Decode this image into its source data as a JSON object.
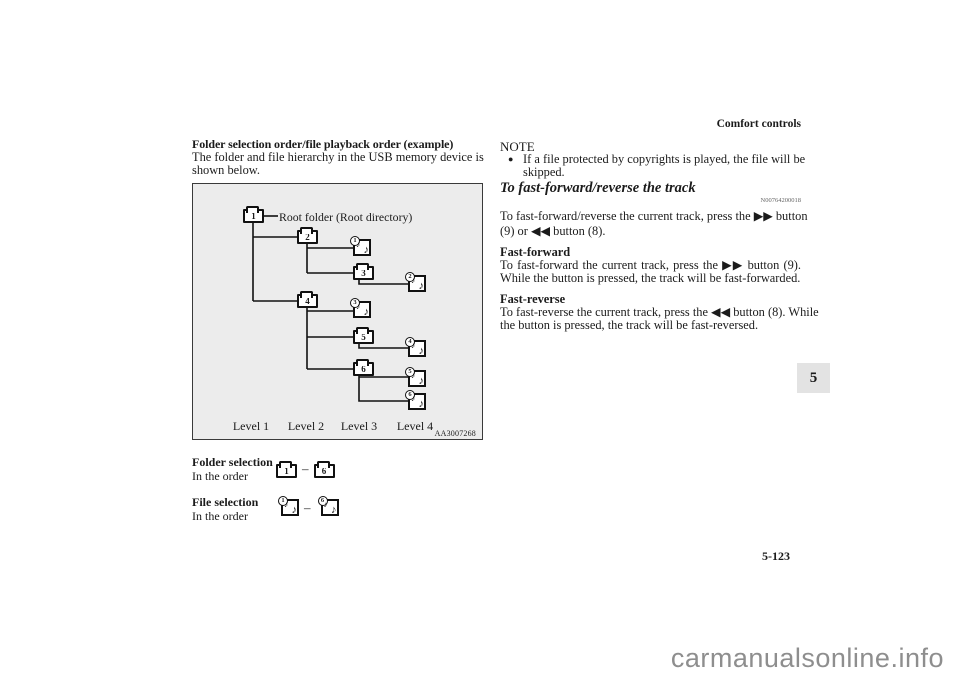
{
  "header": {
    "section_title": "Comfort controls"
  },
  "left": {
    "heading": "Folder selection order/file playback order (example)",
    "intro_lines": [
      "The folder and file hierarchy in the USB memory device is",
      "shown below."
    ],
    "diagram": {
      "root_label": "Root folder (Root directory)",
      "folders": [
        "1",
        "2",
        "3",
        "4",
        "5",
        "6"
      ],
      "files": [
        "1",
        "2",
        "3",
        "4",
        "5",
        "6"
      ],
      "levels": [
        "Level 1",
        "Level 2",
        "Level 3",
        "Level 4"
      ],
      "figure_code": "AA3007268"
    },
    "folder_selection": {
      "title": "Folder selection",
      "subtitle": "In the order",
      "first": "1",
      "dash": "–",
      "last": "6"
    },
    "file_selection": {
      "title": "File selection",
      "subtitle": "In the order",
      "first": "1",
      "dash": "–",
      "last": "6"
    }
  },
  "right": {
    "note_label": "NOTE",
    "note_bullet": "●",
    "note_lines": [
      "If a file protected by copyrights is played, the file will be",
      "skipped."
    ],
    "section_heading": "To fast-forward/reverse the track",
    "ref_code": "N00764200018",
    "intro_lines": [
      "To fast-forward/reverse the current track, press the ▶▶ button",
      "(9) or ◀◀ button (8)."
    ],
    "fast_forward": {
      "heading": "Fast-forward",
      "lines": [
        "To fast-forward the current track, press the ▶▶ button (9).",
        "While the button is pressed, the track will be fast-forwarded."
      ]
    },
    "fast_reverse": {
      "heading": "Fast-reverse",
      "lines": [
        "To fast-reverse the current track, press the ◀◀ button (8). While",
        "the button is pressed, the track will be fast-reversed."
      ]
    }
  },
  "icons": {
    "note_glyph": "♪"
  },
  "footer": {
    "page_number": "5-123",
    "chapter_tab": "5",
    "watermark": "carmanualsonline.info"
  }
}
